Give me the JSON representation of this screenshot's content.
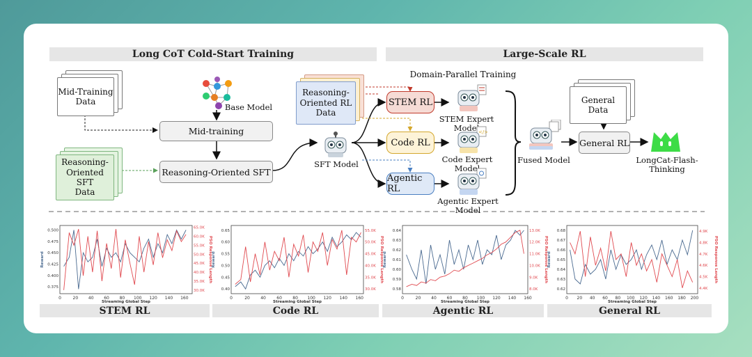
{
  "headers": {
    "left": "Long CoT Cold-Start Training",
    "right": "Large-Scale RL"
  },
  "docs": {
    "mid_training": "Mid-Training\nData",
    "reasoning_sft": "Reasoning-\nOriented SFT\nData",
    "reasoning_rl": "Reasoning-\nOriented RL\nData",
    "general": "General\nData"
  },
  "labels": {
    "base_model": "Base Model",
    "sft_model": "SFT Model",
    "domain_parallel": "Domain-Parallel Training",
    "stem_expert": "STEM Expert Model",
    "code_expert": "Code Expert Model",
    "agentic_expert": "Agentic Expert Model",
    "fused_model": "Fused Model",
    "final_model": "LongCat-Flash-Thinking"
  },
  "boxes": {
    "mid_training": "Mid-training",
    "reasoning_sft": "Reasoning-Oriented SFT",
    "stem_rl": "STEM RL",
    "code_rl": "Code RL",
    "agentic_rl": "Agentic RL",
    "general_rl": "General RL"
  },
  "colors": {
    "stem": "#c0392b",
    "code": "#e2b53a",
    "agentic": "#4a7fc1",
    "sft_green": "#4caf50",
    "logo": "#3ddc46",
    "reward": "#4a6a90",
    "response": "#e0494f"
  },
  "chart_titles": [
    "STEM RL",
    "Code RL",
    "Agentic RL",
    "General RL"
  ],
  "chart_data": [
    {
      "type": "line",
      "title": "STEM RL",
      "xlabel": "Streaming Global Step",
      "ylabel": "Reward",
      "y2label": "PSO Response Length",
      "xlim": [
        0,
        170
      ],
      "ylim": [
        0.36,
        0.51
      ],
      "y2lim": [
        28,
        66
      ],
      "xticks": [
        "0",
        "20",
        "40",
        "60",
        "80",
        "100",
        "120",
        "140",
        "160"
      ],
      "yticks": [
        "0.375",
        "0.400",
        "0.425",
        "0.450",
        "0.475",
        "0.500"
      ],
      "y2ticks": [
        "30.0K",
        "35.0K",
        "40.0K",
        "45.0K",
        "50.0K",
        "55.0K",
        "60.0K",
        "65.0K"
      ],
      "series": [
        {
          "name": "Reward",
          "axis": "left",
          "x": [
            5,
            12,
            18,
            24,
            30,
            36,
            42,
            48,
            54,
            60,
            66,
            72,
            78,
            84,
            90,
            96,
            102,
            108,
            114,
            120,
            126,
            132,
            138,
            144,
            150,
            156,
            162
          ],
          "values": [
            0.42,
            0.44,
            0.5,
            0.37,
            0.45,
            0.43,
            0.44,
            0.48,
            0.42,
            0.46,
            0.44,
            0.45,
            0.43,
            0.47,
            0.45,
            0.44,
            0.43,
            0.46,
            0.48,
            0.44,
            0.47,
            0.45,
            0.49,
            0.47,
            0.5,
            0.48,
            0.5
          ]
        },
        {
          "name": "PSO Response Length",
          "axis": "right",
          "x": [
            5,
            12,
            18,
            24,
            30,
            36,
            42,
            48,
            54,
            60,
            66,
            72,
            78,
            84,
            90,
            96,
            102,
            108,
            114,
            120,
            126,
            132,
            138,
            144,
            150,
            156,
            162
          ],
          "values": [
            30,
            62,
            55,
            64,
            38,
            60,
            40,
            63,
            35,
            56,
            42,
            64,
            37,
            58,
            45,
            33,
            60,
            40,
            57,
            44,
            62,
            48,
            58,
            52,
            63,
            57,
            61
          ]
        }
      ]
    },
    {
      "type": "line",
      "title": "Code RL",
      "xlabel": "Streaming Global Step",
      "ylabel": "Reward",
      "y2label": "PSO Response Length",
      "xlim": [
        0,
        165
      ],
      "ylim": [
        0.38,
        0.67
      ],
      "y2lim": [
        28,
        57
      ],
      "xticks": [
        "0",
        "20",
        "40",
        "60",
        "80",
        "100",
        "120",
        "140",
        "160"
      ],
      "yticks": [
        "0.40",
        "0.45",
        "0.50",
        "0.55",
        "0.60",
        "0.65"
      ],
      "y2ticks": [
        "30.0K",
        "35.0K",
        "40.0K",
        "45.0K",
        "50.0K",
        "55.0K"
      ],
      "series": [
        {
          "name": "Reward",
          "axis": "left",
          "x": [
            5,
            12,
            18,
            24,
            30,
            36,
            42,
            48,
            54,
            60,
            66,
            72,
            78,
            84,
            90,
            96,
            102,
            108,
            114,
            120,
            126,
            132,
            138,
            144,
            150,
            156,
            162
          ],
          "values": [
            0.41,
            0.43,
            0.4,
            0.46,
            0.48,
            0.45,
            0.5,
            0.52,
            0.49,
            0.53,
            0.5,
            0.55,
            0.52,
            0.56,
            0.54,
            0.58,
            0.55,
            0.57,
            0.6,
            0.56,
            0.62,
            0.58,
            0.6,
            0.63,
            0.61,
            0.64,
            0.62
          ]
        },
        {
          "name": "PSO Response Length",
          "axis": "right",
          "x": [
            5,
            12,
            18,
            24,
            30,
            36,
            42,
            48,
            54,
            60,
            66,
            72,
            78,
            84,
            90,
            96,
            102,
            108,
            114,
            120,
            126,
            132,
            138,
            144,
            150,
            156,
            162
          ],
          "values": [
            32,
            34,
            48,
            33,
            45,
            36,
            50,
            38,
            46,
            42,
            52,
            35,
            49,
            44,
            53,
            37,
            50,
            46,
            54,
            40,
            51,
            47,
            55,
            36,
            52,
            50,
            54
          ]
        }
      ]
    },
    {
      "type": "line",
      "title": "Agentic RL",
      "xlabel": "Streaming Global Step",
      "ylabel": "Reward",
      "y2label": "PSO Response Length",
      "xlim": [
        0,
        160
      ],
      "ylim": [
        0.575,
        0.645
      ],
      "y2lim": [
        7.6,
        13.4
      ],
      "xticks": [
        "0",
        "20",
        "40",
        "60",
        "80",
        "100",
        "120",
        "140",
        "160"
      ],
      "yticks": [
        "0.58",
        "0.59",
        "0.60",
        "0.61",
        "0.62",
        "0.63",
        "0.64"
      ],
      "y2ticks": [
        "8.0K",
        "9.0K",
        "10.0K",
        "11.0K",
        "12.0K",
        "13.0K"
      ],
      "series": [
        {
          "name": "Reward",
          "axis": "left",
          "x": [
            5,
            12,
            18,
            24,
            30,
            36,
            42,
            48,
            54,
            60,
            66,
            72,
            78,
            84,
            90,
            96,
            102,
            108,
            114,
            120,
            126,
            132,
            138,
            144,
            150,
            155
          ],
          "values": [
            0.615,
            0.6,
            0.59,
            0.62,
            0.585,
            0.625,
            0.6,
            0.615,
            0.595,
            0.63,
            0.605,
            0.62,
            0.6,
            0.625,
            0.61,
            0.63,
            0.605,
            0.62,
            0.615,
            0.635,
            0.61,
            0.625,
            0.63,
            0.64,
            0.635,
            0.64
          ]
        },
        {
          "name": "PSO Response Length",
          "axis": "right",
          "x": [
            5,
            12,
            18,
            24,
            30,
            36,
            42,
            48,
            54,
            60,
            66,
            72,
            78,
            84,
            90,
            96,
            102,
            108,
            114,
            120,
            126,
            132,
            138,
            144,
            150,
            155
          ],
          "values": [
            8.2,
            8.4,
            8.3,
            8.6,
            8.5,
            8.8,
            8.7,
            9.0,
            9.1,
            9.3,
            9.6,
            9.5,
            9.8,
            10.0,
            10.2,
            10.4,
            10.6,
            10.9,
            11.1,
            11.4,
            11.8,
            12.0,
            12.4,
            12.8,
            13.0,
            11.0
          ]
        }
      ]
    },
    {
      "type": "line",
      "title": "General RL",
      "xlabel": "Streaming Global Step",
      "ylabel": "Reward",
      "y2label": "PSO Response Length",
      "xlim": [
        0,
        205
      ],
      "ylim": [
        0.615,
        0.685
      ],
      "y2lim": [
        4.35,
        4.95
      ],
      "xticks": [
        "0",
        "20",
        "40",
        "60",
        "80",
        "100",
        "120",
        "140",
        "160",
        "180",
        "200"
      ],
      "yticks": [
        "0.62",
        "0.63",
        "0.64",
        "0.65",
        "0.66",
        "0.67",
        "0.68"
      ],
      "y2ticks": [
        "4.4K",
        "4.5K",
        "4.6K",
        "4.7K",
        "4.8K",
        "4.9K"
      ],
      "series": [
        {
          "name": "Reward",
          "axis": "left",
          "x": [
            5,
            13,
            21,
            29,
            37,
            45,
            53,
            61,
            69,
            77,
            85,
            93,
            101,
            109,
            117,
            125,
            133,
            141,
            149,
            157,
            165,
            173,
            181,
            189,
            197
          ],
          "values": [
            0.66,
            0.63,
            0.625,
            0.645,
            0.635,
            0.64,
            0.65,
            0.63,
            0.66,
            0.64,
            0.655,
            0.645,
            0.65,
            0.66,
            0.64,
            0.655,
            0.665,
            0.65,
            0.67,
            0.645,
            0.66,
            0.65,
            0.67,
            0.655,
            0.68
          ]
        },
        {
          "name": "PSO Response Length",
          "axis": "right",
          "x": [
            5,
            13,
            21,
            29,
            37,
            45,
            53,
            61,
            69,
            77,
            85,
            93,
            101,
            109,
            117,
            125,
            133,
            141,
            149,
            157,
            165,
            173,
            181,
            189,
            197
          ],
          "values": [
            4.8,
            4.7,
            4.9,
            4.5,
            4.85,
            4.6,
            4.75,
            4.55,
            4.9,
            4.65,
            4.7,
            4.5,
            4.8,
            4.6,
            4.7,
            4.55,
            4.65,
            4.45,
            4.7,
            4.6,
            4.5,
            4.65,
            4.4,
            4.55,
            4.45
          ]
        }
      ]
    }
  ]
}
